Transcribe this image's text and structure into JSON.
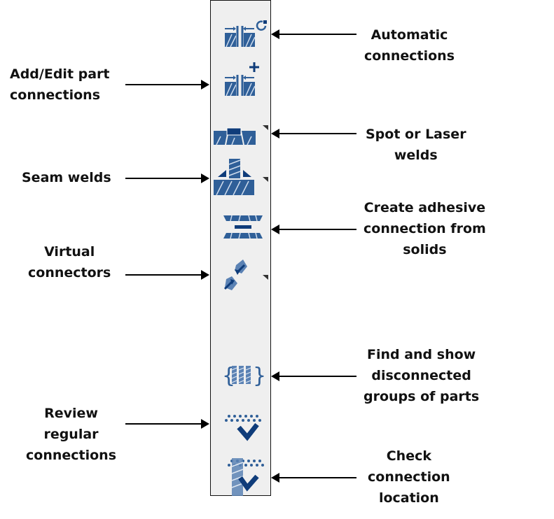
{
  "colors": {
    "icon_blue": "#2f5f98",
    "icon_dark": "#0f3c7a",
    "toolbar_bg": "#efefef"
  },
  "toolbar": {
    "tools": [
      {
        "id": "automatic-connections",
        "icon": "automatic-connections-icon",
        "has_dropdown": false
      },
      {
        "id": "add-edit-part-connections",
        "icon": "add-edit-connections-icon",
        "has_dropdown": false
      },
      {
        "id": "spot-laser-welds",
        "icon": "spot-weld-icon",
        "has_dropdown": true
      },
      {
        "id": "seam-welds",
        "icon": "seam-weld-icon",
        "has_dropdown": true
      },
      {
        "id": "adhesive-connection",
        "icon": "adhesive-connection-icon",
        "has_dropdown": false
      },
      {
        "id": "virtual-connectors",
        "icon": "virtual-connector-icon",
        "has_dropdown": true
      },
      {
        "id": "disconnected-groups",
        "icon": "disconnected-groups-icon",
        "has_dropdown": false
      },
      {
        "id": "review-regular-connections",
        "icon": "review-connections-icon",
        "has_dropdown": false
      },
      {
        "id": "check-connection-location",
        "icon": "check-location-icon",
        "has_dropdown": false
      }
    ]
  },
  "labels": {
    "automatic": [
      "Automatic",
      "connections"
    ],
    "add_edit": [
      "Add/Edit part",
      "connections"
    ],
    "spot": [
      "Spot or Laser",
      "welds"
    ],
    "seam": [
      "Seam welds"
    ],
    "adhesive": [
      "Create adhesive",
      "connection from",
      "solids"
    ],
    "virtual": [
      "Virtual",
      "connectors"
    ],
    "disconnected": [
      "Find and show",
      "disconnected",
      "groups of parts"
    ],
    "review": [
      "Review",
      "regular",
      "connections"
    ],
    "check": [
      "Check",
      "connection",
      "location"
    ]
  }
}
